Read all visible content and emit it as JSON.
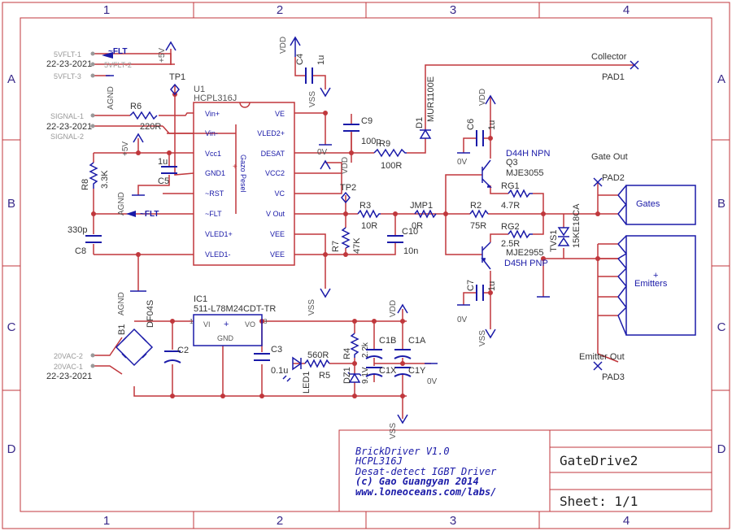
{
  "frame": {
    "cols": [
      "1",
      "2",
      "3",
      "4"
    ],
    "rows": [
      "A",
      "B",
      "C",
      "D"
    ]
  },
  "title_block": {
    "line1": "BrickDriver V1.0",
    "line2": "HCPL316J",
    "line3": "Desat-detect IGBT Driver",
    "line4": "(c) Gao Guangyan 2014",
    "line5": "www.loneoceans.com/labs/",
    "name": "GateDrive2",
    "sheet": "Sheet: 1/1"
  },
  "connectors": {
    "vflt1": "5VFLT-1",
    "vflt2": "5VFLT-2",
    "vflt3": "5VFLT-3",
    "sig1": "SIGNAL-1",
    "sig2": "SIGNAL-2",
    "date1": "22-23-2021",
    "date2": "22-23-2021",
    "date3": "22-23-2021",
    "vac1": "20VAC-1",
    "vac2": "20VAC-2"
  },
  "nets": {
    "flt": "~FLT",
    "flt2": "~FLT",
    "p5v_a": "+5V",
    "p5v_b": "+5V",
    "agnd_a": "AGND",
    "agnd_b": "AGND",
    "agnd_c": "AGND",
    "vdd_a": "VDD",
    "vdd_b": "VDD",
    "vdd_c": "VDD",
    "vdd_d": "VDD",
    "vss_a": "VSS",
    "vss_b": "VSS",
    "vss_c": "VSS",
    "vss_d": "VSS",
    "vss_e": "VSS",
    "ov_a": "0V",
    "ov_b": "0V",
    "ov_c": "0V",
    "ov_d": "0V"
  },
  "u1": {
    "ref": "U1",
    "part": "HCPL316J",
    "left_pins": [
      "Vin+",
      "Vin-",
      "Vcc1",
      "GND1",
      "~RST",
      "~FLT",
      "VLED1+",
      "VLED1-"
    ],
    "right_pins": [
      "VE",
      "VLED2+",
      "DESAT",
      "VCC2",
      "VC",
      "V Out",
      "VEE",
      "VEE"
    ],
    "rot_label": "Gazo Pesel"
  },
  "components": {
    "r6": "R6",
    "r6v": "220R",
    "r8": "R8",
    "r8v": "3.3K",
    "c5": "C5",
    "c5v": "1u",
    "c8": "C8",
    "c8v": "330p",
    "c4": "C4",
    "c4v": "1u",
    "c9": "C9",
    "c9v": "100p",
    "r9": "R9",
    "r9v": "100R",
    "d1": "D1",
    "d1v": "MUR1100E",
    "r3": "R3",
    "r3v": "10R",
    "r7": "R7",
    "r7v": "47K",
    "c10": "C10",
    "c10v": "10n",
    "jmp1": "JMP1",
    "jmp1v": "0R",
    "tp1": "TP1",
    "tp2": "TP2",
    "c6": "C6",
    "c6v": "1u",
    "c7": "C7",
    "c7v": "1u",
    "q3": "Q3",
    "q3a": "D44H NPN",
    "q3b": "MJE3055",
    "q4a": "D45H PNP",
    "q4b": "MJE2955",
    "rg1": "RG1",
    "rg1v": "4.7R",
    "rg2": "RG2",
    "rg2v": "2.5R",
    "r2": "R2",
    "r2v": "75R",
    "tvs1": "TVS1",
    "tvs1v": "15KE18CA",
    "ic1": "IC1",
    "ic1v": "511-L78M24CDT-TR",
    "ic1_vi": "VI",
    "ic1_vo": "VO",
    "ic1_gnd": "GND",
    "b1": "B1",
    "b1v": "DF04S",
    "c2": "C2",
    "c3": "C3",
    "c3v": "0.1u",
    "r5": "R5",
    "r5v": "560R",
    "led1": "LED1",
    "r4": "R4",
    "r4v": "2.2k",
    "dz1": "DZ1",
    "dz1v": "9.1V",
    "c1a": "C1A",
    "c1b": "C1B",
    "c1x": "C1X",
    "c1y": "C1Y",
    "ic_pin1": "1",
    "ic_pin3": "3"
  },
  "pads": {
    "collector": "Collector",
    "pad1": "PAD1",
    "gate_out": "Gate Out",
    "pad2": "PAD2",
    "gates": "Gates",
    "emitters": "Emitters",
    "emitters_plus": "+",
    "emitter_out": "Emitter Out",
    "pad3": "PAD3"
  }
}
